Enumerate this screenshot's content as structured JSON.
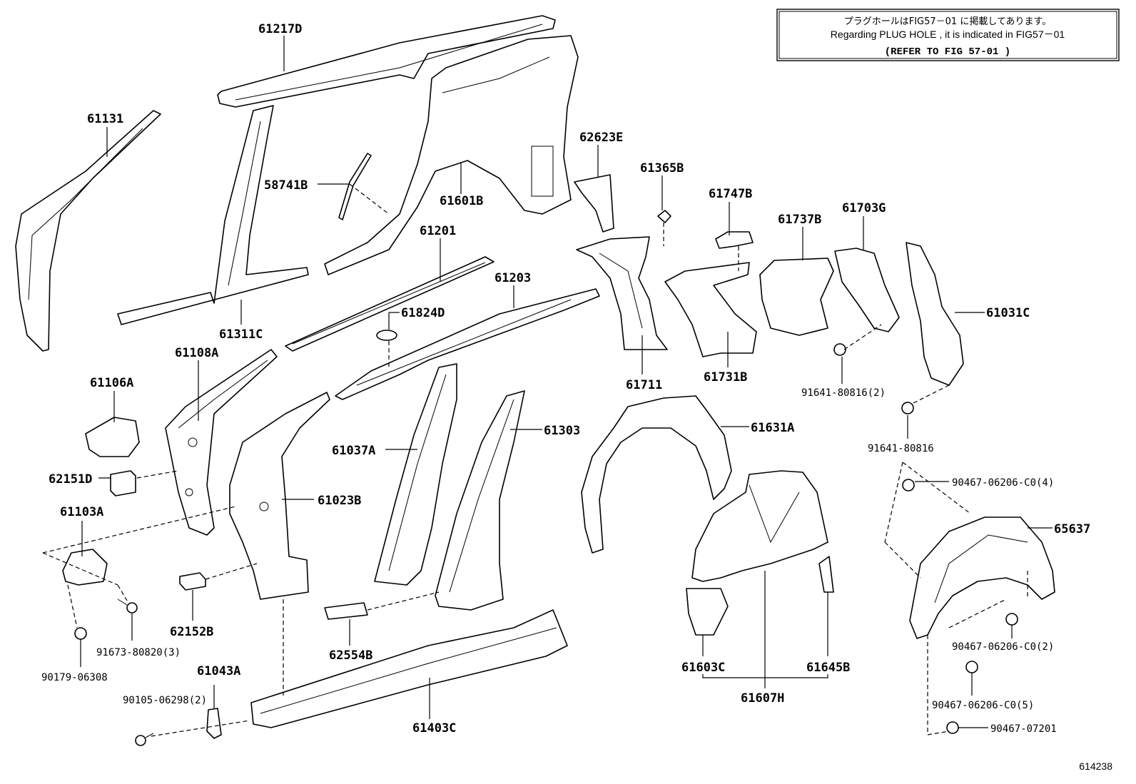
{
  "note": {
    "line_jp": "プラグホールはFIG57－01 に掲載してあります。",
    "line_en": "Regarding  PLUG HOLE , it is  indicated  in  FIG57－01",
    "line_ref": "(REFER TO FIG 57-01 )"
  },
  "figure_id": "614238",
  "labels": {
    "p61217D": "61217D",
    "p61131": "61131",
    "p62623E": "62623E",
    "p58741B": "58741B",
    "p61601B": "61601B",
    "p61365B": "61365B",
    "p61747B": "61747B",
    "p61737B": "61737B",
    "p61703G": "61703G",
    "p61201": "61201",
    "p61203": "61203",
    "p61311C": "61311C",
    "p61824D": "61824D",
    "p61031C": "61031C",
    "p61108A": "61108A",
    "p61711": "61711",
    "p61731B": "61731B",
    "p61106A": "61106A",
    "p91641_2": "91641-80816(2)",
    "p61037A": "61037A",
    "p61303": "61303",
    "p61631A": "61631A",
    "p91641": "91641-80816",
    "p62151D": "62151D",
    "p90467_4": "90467-06206-C0(4)",
    "p61023B": "61023B",
    "p61103A": "61103A",
    "p65637": "65637",
    "p62152B": "62152B",
    "p91673_3": "91673-80820(3)",
    "p90467_2": "90467-06206-C0(2)",
    "p90179": "90179-06308",
    "p61043A": "61043A",
    "p62554B": "62554B",
    "p61603C": "61603C",
    "p61645B": "61645B",
    "p90105_2": "90105-06298(2)",
    "p61607H": "61607H",
    "p90467_5": "90467-06206-C0(5)",
    "p61403C": "61403C",
    "p90467_07201": "90467-07201"
  }
}
